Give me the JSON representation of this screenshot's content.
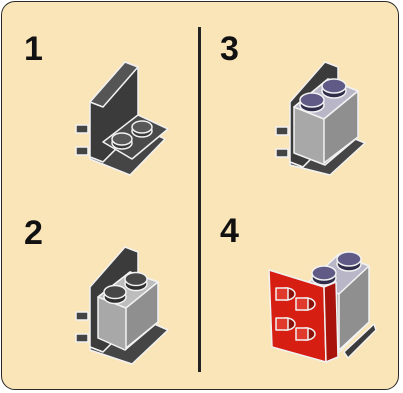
{
  "steps": [
    {
      "number": "1",
      "part": "angle-bracket"
    },
    {
      "number": "2",
      "part": "bracket-with-light-gray-brick"
    },
    {
      "number": "3",
      "part": "bracket-brick-with-purple-studs"
    },
    {
      "number": "4",
      "part": "assembly-with-red-plate"
    }
  ],
  "colors": {
    "background": "#fae5b8",
    "border": "#2a2a2a",
    "dark_gray": "#3a3a3a",
    "light_gray": "#a9a9a9",
    "stud_purple": "#5f5a86",
    "red": "#d61e12"
  }
}
